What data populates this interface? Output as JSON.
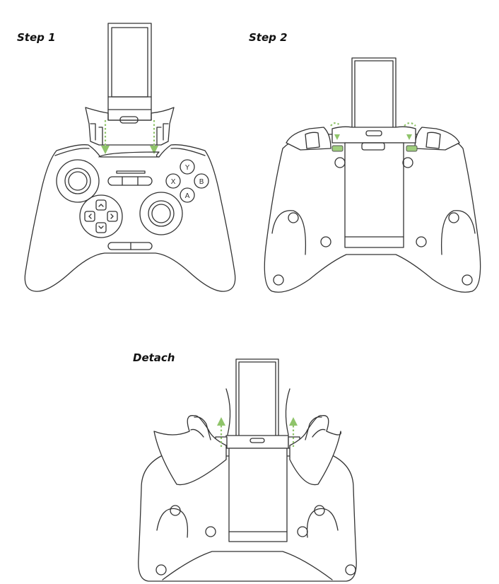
{
  "steps": [
    {
      "id": "step1",
      "label": "Step 1",
      "view": "front",
      "description": "Slide phone clip down onto controller top",
      "arrow_direction": "down"
    },
    {
      "id": "step2",
      "label": "Step 2",
      "view": "back",
      "description": "Press clip tabs down to lock",
      "arrow_direction": "down"
    },
    {
      "id": "detach",
      "label": "Detach",
      "view": "back-with-hands",
      "description": "Push clip tabs up with thumbs to release",
      "arrow_direction": "up"
    }
  ],
  "controller": {
    "face_buttons": [
      "Y",
      "X",
      "B",
      "A"
    ],
    "dpad": [
      "up",
      "left",
      "right",
      "down"
    ],
    "center_buttons": [
      "back",
      "home",
      "forward"
    ],
    "bottom_buttons": [
      "minus",
      "power"
    ]
  },
  "colors": {
    "accent_green": "#8fc46a",
    "line": "#333333",
    "background": "#ffffff"
  }
}
